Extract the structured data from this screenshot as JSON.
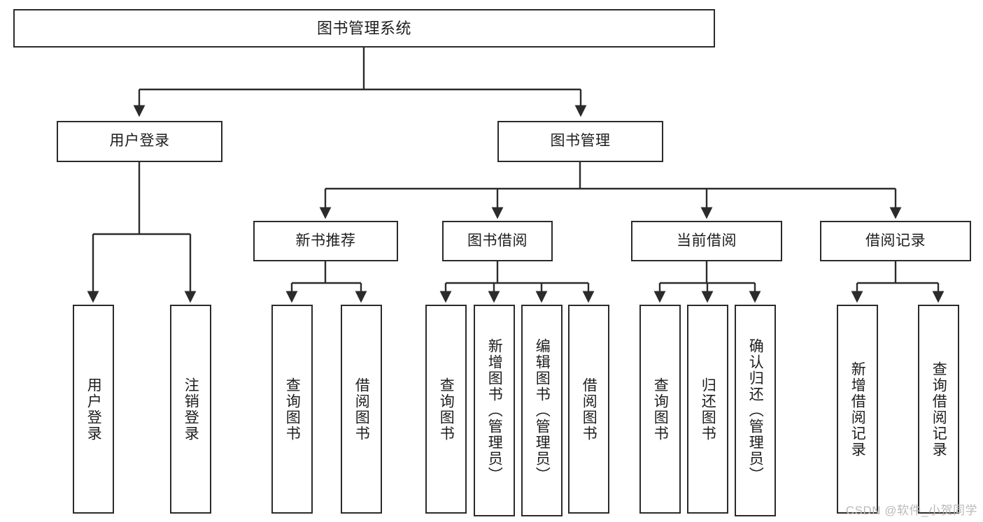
{
  "diagram": {
    "type": "tree",
    "title_node": "图书管理系统",
    "stroke_color": "#2b2b2b",
    "background_color": "#ffffff",
    "text_color": "#1d1d1d"
  },
  "root": {
    "label": "图书管理系统"
  },
  "level2": [
    {
      "label": "用户登录"
    },
    {
      "label": "图书管理"
    }
  ],
  "level3": [
    {
      "label": "新书推荐"
    },
    {
      "label": "图书借阅"
    },
    {
      "label": "当前借阅"
    },
    {
      "label": "借阅记录"
    }
  ],
  "leaves": {
    "user_login": [
      {
        "label": "用户登录"
      },
      {
        "label": "注销登录"
      }
    ],
    "new_book_recommend": [
      {
        "label": "查询图书"
      },
      {
        "label": "借阅图书"
      }
    ],
    "book_borrow": [
      {
        "label": "查询图书"
      },
      {
        "label": "新增图书（管理员）"
      },
      {
        "label": "编辑图书（管理员）"
      },
      {
        "label": "借阅图书"
      }
    ],
    "current_borrow": [
      {
        "label": "查询图书"
      },
      {
        "label": "归还图书"
      },
      {
        "label": "确认归还（管理员）"
      }
    ],
    "borrow_record": [
      {
        "label": "新增借阅记录"
      },
      {
        "label": "查询借阅记录"
      }
    ]
  },
  "watermark": {
    "text": "CSDN @软件_小贺同学"
  }
}
